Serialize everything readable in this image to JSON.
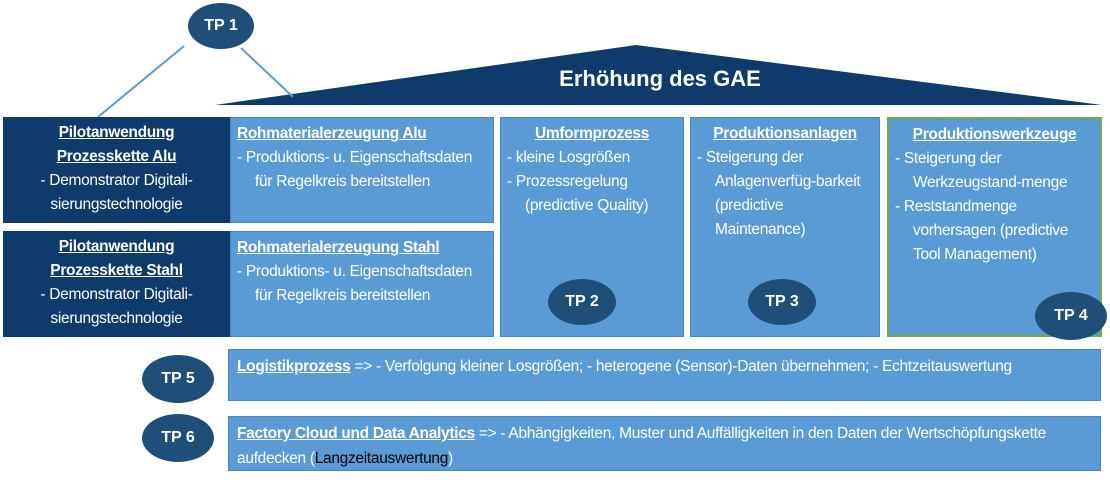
{
  "roof": {
    "title": "Erhöhung des GAE"
  },
  "tp_labels": [
    "TP 1",
    "TP 2",
    "TP 3",
    "TP 4",
    "TP 5",
    "TP 6"
  ],
  "pilot_alu": {
    "title_line1": "Pilotanwendung",
    "title_line2": "Prozesskette Alu",
    "items": [
      "- Demonstrator Digitali-sierungstechnologie"
    ]
  },
  "pilot_stahl": {
    "title_line1": "Pilotanwendung",
    "title_line2": "Prozesskette Stahl",
    "items": [
      "- Demonstrator Digitali-sierungstechnologie"
    ]
  },
  "rohmat_alu": {
    "title": "Rohmaterialerzeugung Alu",
    "items": [
      "- Produktions- u. Eigenschaftsdaten für Regelkreis bereitstellen"
    ]
  },
  "rohmat_stahl": {
    "title": "Rohmaterialerzeugung Stahl",
    "items": [
      "- Produktions- u. Eigenschaftsdaten für Regelkreis bereitstellen"
    ]
  },
  "umform": {
    "title": "Umformprozess",
    "items": [
      "- kleine Losgrößen",
      "- Prozessregelung (predictive Quality)"
    ]
  },
  "anlagen": {
    "title": "Produktionsanlagen",
    "items": [
      "- Steigerung der Anlagenverfüg-barkeit (predictive Maintenance)"
    ]
  },
  "werkzeuge": {
    "title": "Produktionswerkzeuge",
    "items": [
      "- Steigerung der Werkzeugstand-menge",
      "- Reststandmenge vorhersagen (predictive Tool Management)"
    ]
  },
  "logistik": {
    "title": "Logistikprozess",
    "text": " => - Verfolgung kleiner Losgrößen; - heterogene (Sensor)-Daten übernehmen; - Echtzeitauswertung"
  },
  "cloud": {
    "title": "Factory Cloud und Data Analytics",
    "text": " => - Abhängigkeiten, Muster und Auffälligkeiten in den Daten der Wertschöpfungskette aufdecken (",
    "highlight": "Langzeitauswertung",
    "text_end": ")"
  },
  "colors": {
    "dark": "#0e3a6c",
    "light": "#5b9bd5",
    "ellipse": "#1f4e79",
    "green_border": "#70ad47"
  }
}
